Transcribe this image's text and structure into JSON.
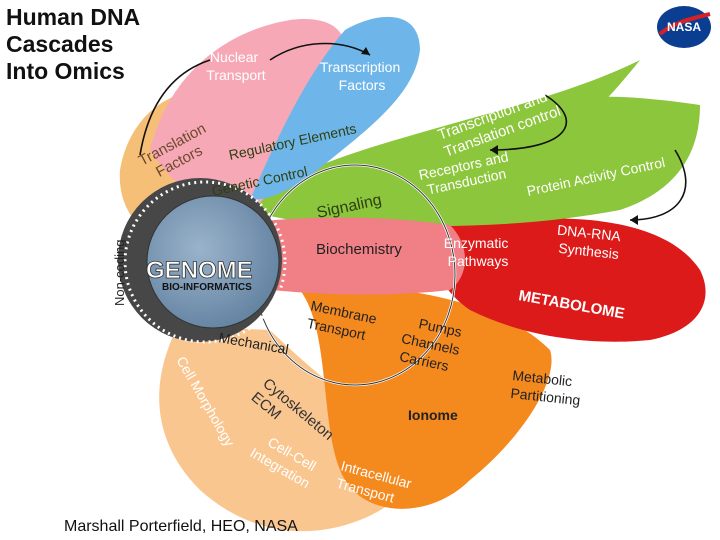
{
  "title_lines": [
    "Human DNA",
    "Cascades",
    "Into Omics"
  ],
  "credit": "Marshall Porterfield, HEO, NASA",
  "logo_text": "NASA",
  "colors": {
    "nuclear": "#f7a8b6",
    "transcription": "#6eb6ea",
    "tf_translation": "#f6bf78",
    "green": "#8cc63c",
    "red": "#dd1a1a",
    "pink": "#f07f86",
    "orange": "#f4891e",
    "peach": "#fac690",
    "genome_circle": "#7895b0",
    "noncoding": "#474747"
  },
  "labels": {
    "nuclear_transport": [
      "Nuclear",
      "Transport"
    ],
    "transcription_factors": [
      "Transcription",
      "Factors"
    ],
    "translation_factors": [
      "Translation",
      "Factors"
    ],
    "regulatory_elements": "Regulatory Elements",
    "transcription_translation_control": [
      "Transcription and",
      "Translation control"
    ],
    "genetic_control": "Genetic Control",
    "signaling": "Signaling",
    "receptors": [
      "Receptors and",
      "Transduction"
    ],
    "protein_activity_control": "Protein Activity Control",
    "non_coding": "Non-coding",
    "genome": "GENOME",
    "bioinformatics": "BIO-INFORMATICS",
    "biochemistry": "Biochemistry",
    "enzymatic_pathways": [
      "Enzymatic",
      "Pathways"
    ],
    "dna_rna_synthesis": [
      "DNA-RNA",
      "Synthesis"
    ],
    "metabolome": "METABOLOME",
    "membrane_transport": [
      "Membrane",
      "Transport"
    ],
    "pumps": [
      "Pumps",
      "Channels",
      "Carriers"
    ],
    "metabolic_partitioning": [
      "Metabolic",
      "Partitioning"
    ],
    "ionome": "Ionome",
    "mechanical": "Mechanical",
    "cell_morphology": "Cell Morphology",
    "cytoskeleton": [
      "Cytoskeleton",
      "ECM"
    ],
    "cell_cell": [
      "Cell-Cell",
      "Integration"
    ],
    "intracellular": [
      "Intracellular",
      "Transport"
    ]
  }
}
